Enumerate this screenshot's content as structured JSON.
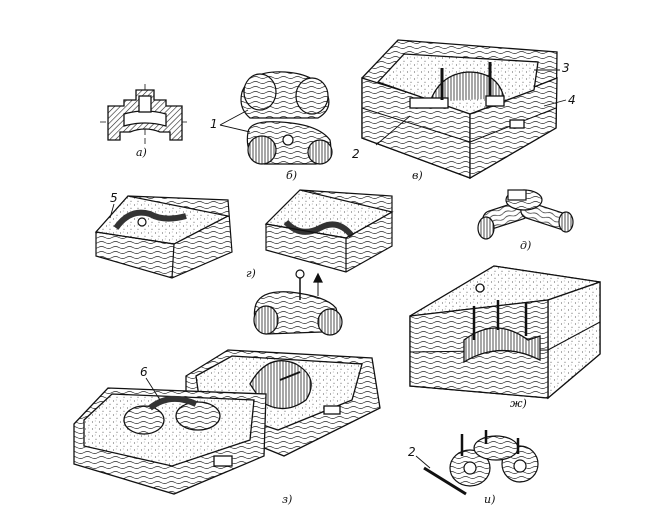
{
  "figure": {
    "panels": [
      {
        "id": "a",
        "label": "а)"
      },
      {
        "id": "b",
        "label": "б)"
      },
      {
        "id": "v",
        "label": "в)"
      },
      {
        "id": "g",
        "label": "г)"
      },
      {
        "id": "d",
        "label": "д)"
      },
      {
        "id": "zh",
        "label": "ж)"
      },
      {
        "id": "z",
        "label": "з)"
      },
      {
        "id": "i",
        "label": "и)"
      }
    ],
    "callouts": [
      "1",
      "2",
      "3",
      "4",
      "5",
      "6",
      "2"
    ]
  }
}
